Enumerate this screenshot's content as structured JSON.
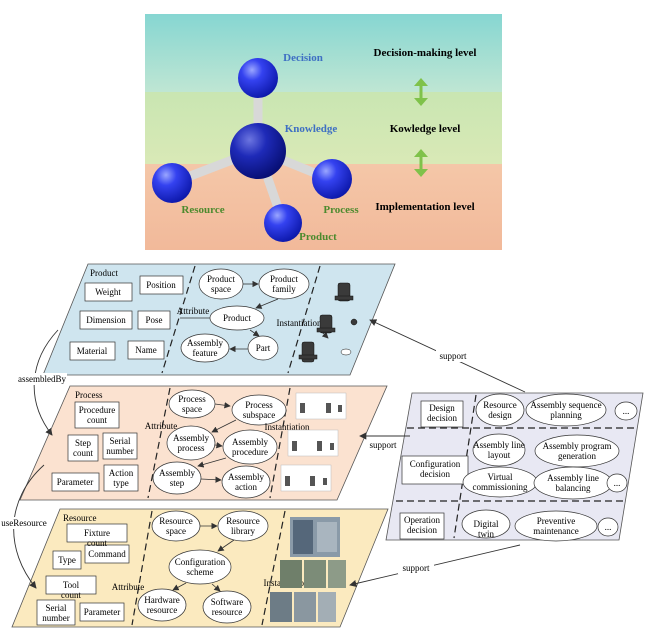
{
  "top": {
    "molecule": {
      "decision": "Decision",
      "knowledge": "Knowledge",
      "resource": "Resource",
      "process": "Process",
      "product": "Product"
    },
    "levels": {
      "decision_making": "Decision-making level",
      "knowledge": "Kowledge level",
      "implementation": "Implementation level"
    },
    "colors": {
      "band_top": "#a6ddd9",
      "band_mid": "#c6e3ad",
      "band_bottom": "#f6c3a5",
      "arrow": "#7fc24a",
      "sphere": "#1f2fe6"
    }
  },
  "product": {
    "title": "Product",
    "attributes": [
      "Weight",
      "Position",
      "Dimension",
      "Pose",
      "Material",
      "Name"
    ],
    "nodes": [
      "Product space",
      "Product family",
      "Product",
      "Assembly feature",
      "Part"
    ],
    "attribute_label": "Attribute",
    "instantiation_label": "Instantiation"
  },
  "process": {
    "title": "Process",
    "attributes": [
      "Procedure count",
      "Step count",
      "Serial number",
      "Action type",
      "Parameter"
    ],
    "nodes": [
      "Process space",
      "Process subspace",
      "Assembly process",
      "Assembly procedure",
      "Assembly step",
      "Assembly action"
    ],
    "attribute_label": "Attribute",
    "instantiation_label": "Instantiation"
  },
  "resource": {
    "title": "Resource",
    "attributes": [
      "Fixture count",
      "Type",
      "Command",
      "Tool count",
      "Serial number",
      "Parameter"
    ],
    "nodes": [
      "Resource space",
      "Resource library",
      "Configuration scheme",
      "Hardware resource",
      "Software resource"
    ],
    "attribute_label": "Attribute",
    "instantiation_label": "Instantiation"
  },
  "decision": {
    "rows": [
      {
        "label": "Design decision",
        "items": [
          "Resource design",
          "Assembly sequence planning",
          "..."
        ]
      },
      {
        "label": "Configuration decision",
        "items": [
          "Assembly line layout",
          "Assembly program generation",
          "Virtual commissioning",
          "Assembly line balancing",
          "..."
        ]
      },
      {
        "label": "Operation decision",
        "items": [
          "Digital twin",
          "Preventive maintenance",
          "..."
        ]
      }
    ]
  },
  "relations": {
    "assembled_by": "assembledBy",
    "use_resource": "useResource",
    "support": "support"
  }
}
